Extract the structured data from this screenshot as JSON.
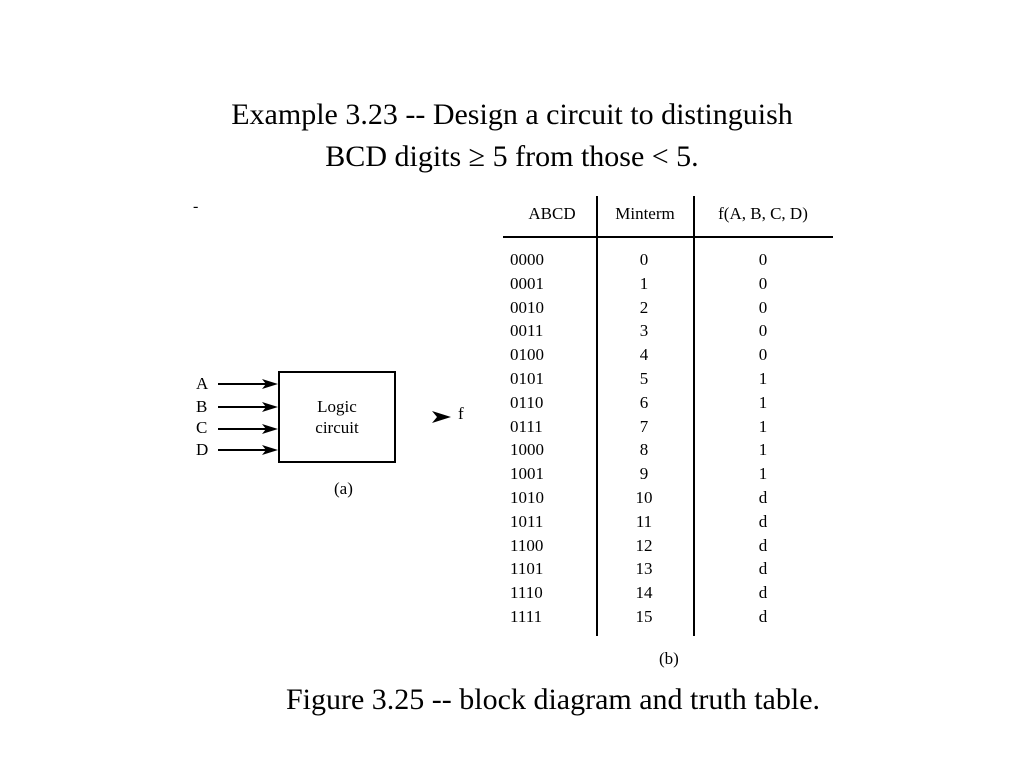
{
  "title": {
    "line1": "Example 3.23 -- Design a circuit to distinguish",
    "line2": "BCD digits ≥ 5 from those < 5."
  },
  "stray_mark": "-",
  "block_diagram": {
    "inputs": [
      "A",
      "B",
      "C",
      "D"
    ],
    "block_line1": "Logic",
    "block_line2": "circuit",
    "output": "f",
    "caption": "(a)"
  },
  "truth_table": {
    "headers": [
      "ABCD",
      "Minterm",
      "f(A, B, C, D)"
    ],
    "rows": [
      [
        "0000",
        "0",
        "0"
      ],
      [
        "0001",
        "1",
        "0"
      ],
      [
        "0010",
        "2",
        "0"
      ],
      [
        "0011",
        "3",
        "0"
      ],
      [
        "0100",
        "4",
        "0"
      ],
      [
        "0101",
        "5",
        "1"
      ],
      [
        "0110",
        "6",
        "1"
      ],
      [
        "0111",
        "7",
        "1"
      ],
      [
        "1000",
        "8",
        "1"
      ],
      [
        "1001",
        "9",
        "1"
      ],
      [
        "1010",
        "10",
        "d"
      ],
      [
        "1011",
        "11",
        "d"
      ],
      [
        "1100",
        "12",
        "d"
      ],
      [
        "1101",
        "13",
        "d"
      ],
      [
        "1110",
        "14",
        "d"
      ],
      [
        "1111",
        "15",
        "d"
      ]
    ],
    "caption": "(b)"
  },
  "figure_caption": "Figure 3.25 -- block diagram and truth table."
}
